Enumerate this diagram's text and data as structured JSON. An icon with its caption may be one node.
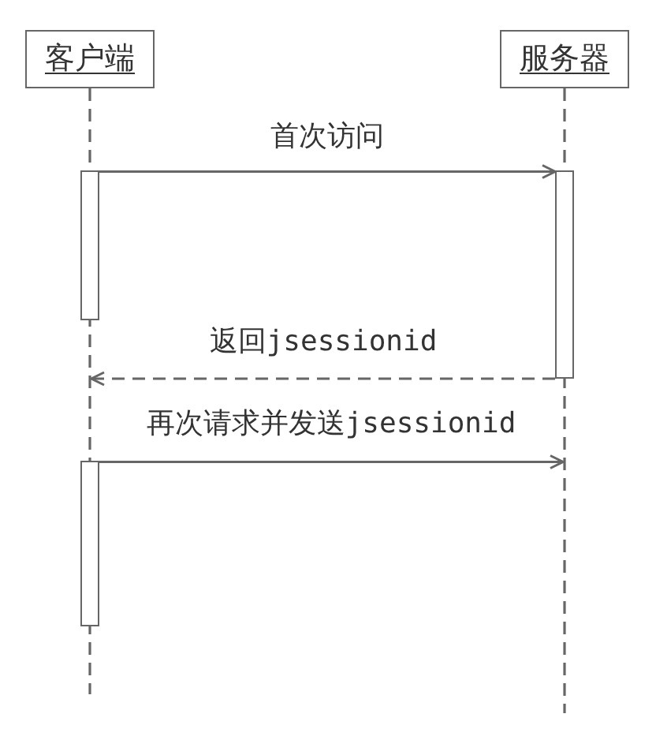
{
  "diagram": {
    "nodes": [
      {
        "text": [
          "客户端"
        ]
      },
      {
        "text": [
          "服务器"
        ]
      },
      {
        "text": [],
        "shape": "line"
      },
      {
        "text": [],
        "shape": "line"
      },
      {
        "text": [],
        "shape": "bar"
      },
      {
        "text": [],
        "shape": "bar"
      },
      {
        "text": [],
        "shape": "bar"
      }
    ],
    "edges": [
      {
        "from": 4,
        "to": 5,
        "arrow": "to",
        "label": "首次访问"
      },
      {
        "from": 5,
        "to": 2,
        "arrow": "to",
        "label": "返回jsessionid",
        "style": "dashed"
      },
      {
        "from": 6,
        "to": 3,
        "arrow": "to",
        "label": "再次请求并发送jsessionid"
      }
    ]
  }
}
